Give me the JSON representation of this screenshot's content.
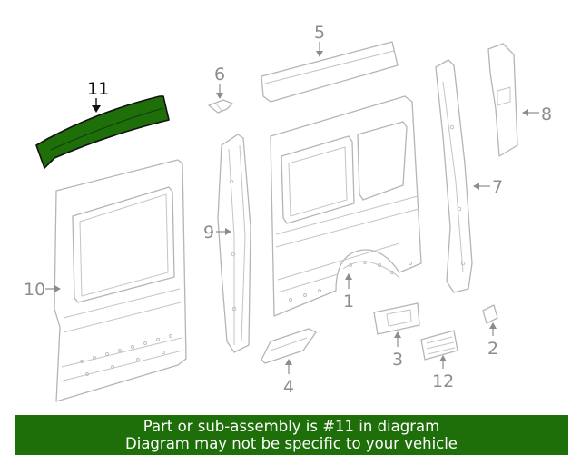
{
  "colors": {
    "highlight": "#1e6e0a",
    "banner_bg": "#1e6e0a",
    "banner_text": "#ffffff",
    "part_line": "#b5b5b5",
    "callout_text": "#8c8c8c"
  },
  "callouts": {
    "c1": "1",
    "c2": "2",
    "c3": "3",
    "c4": "4",
    "c5": "5",
    "c6": "6",
    "c7": "7",
    "c8": "8",
    "c9": "9",
    "c10": "10",
    "c11": "11",
    "c12": "12"
  },
  "highlighted_part": "11",
  "banner": {
    "line1": "Part or sub-assembly is #11 in diagram",
    "line2": "Diagram may not be specific to your vehicle"
  }
}
